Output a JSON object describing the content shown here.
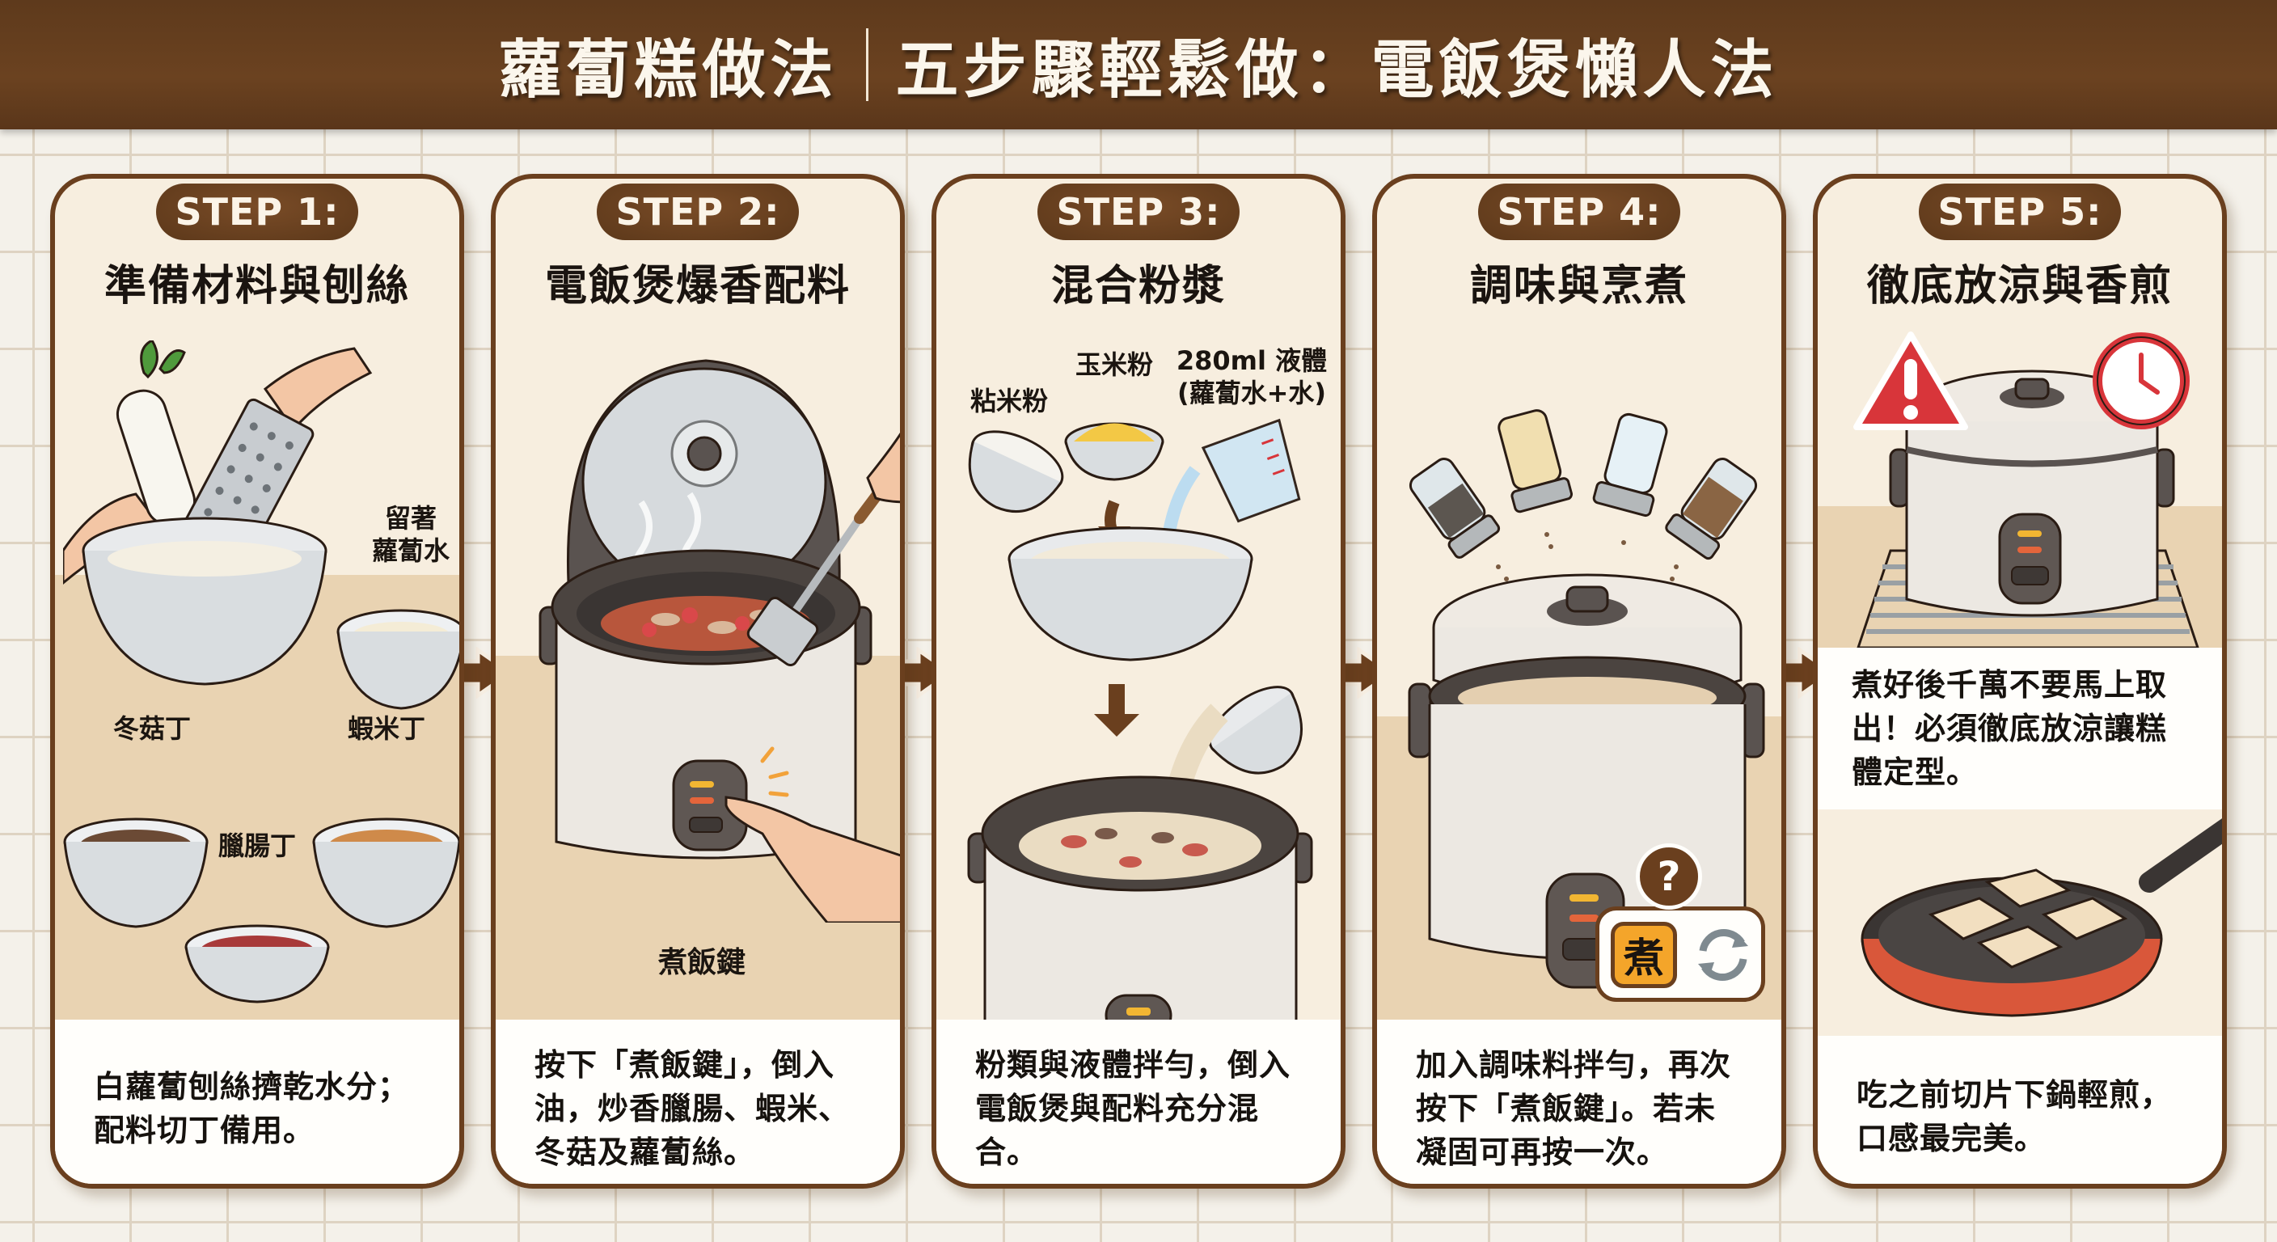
{
  "header": {
    "title_main": "蘿蔔糕做法",
    "title_sub": "五步驟輕鬆做：電飯煲懶人法"
  },
  "colors": {
    "brand_brown": "#6a3f1e",
    "panel_bg": "#f7eedf",
    "floor": "#e9d3b2",
    "caption_bg": "#fffefb",
    "warning_red": "#d8353a",
    "button_orange": "#f4a52a"
  },
  "steps": [
    {
      "badge": "STEP 1:",
      "title": "準備材料與刨絲",
      "labels": {
        "radish_water": [
          "留著",
          "蘿蔔水"
        ],
        "mushroom": "冬菇丁",
        "shrimp": "蝦米丁",
        "sausage": "臘腸丁"
      },
      "caption": [
        "白蘿蔔刨絲擠乾水分；",
        "配料切丁備用。"
      ]
    },
    {
      "badge": "STEP 2:",
      "title": "電飯煲爆香配料",
      "labels": {
        "cook_button": "煮飯鍵"
      },
      "caption": [
        "按下「煮飯鍵」，倒入",
        "油，炒香臘腸、蝦米、",
        "冬菇及蘿蔔絲。"
      ]
    },
    {
      "badge": "STEP 3:",
      "title": "混合粉漿",
      "labels": {
        "rice_flour": "粘米粉",
        "corn_starch": "玉米粉",
        "liquid": [
          "280ml 液體",
          "(蘿蔔水+水)"
        ]
      },
      "caption": [
        "粉類與液體拌勻，倒入",
        "電飯煲與配料充分混合。"
      ]
    },
    {
      "badge": "STEP 4:",
      "title": "調味與烹煮",
      "labels": {
        "cook_char": "煮",
        "question": "?"
      },
      "caption": [
        "加入調味料拌勻，再次",
        "按下「煮飯鍵」。若未",
        "凝固可再按一次。"
      ]
    },
    {
      "badge": "STEP 5:",
      "title": "徹底放涼與香煎",
      "labels": {
        "warning": "!"
      },
      "caption_mid": [
        "煮好後千萬不要馬上取",
        "出！必須徹底放涼讓糕",
        "體定型。"
      ],
      "caption": [
        "吃之前切片下鍋輕煎，",
        "口感最完美。"
      ]
    }
  ]
}
